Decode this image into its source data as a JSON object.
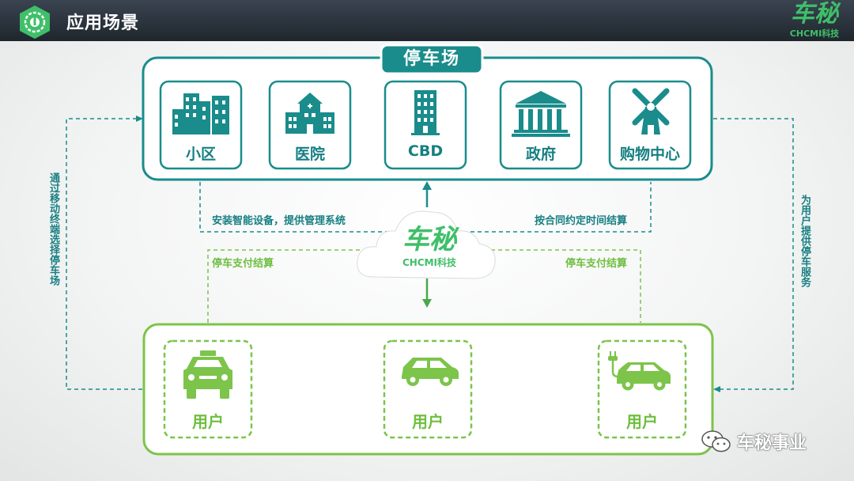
{
  "header": {
    "title": "应用场景",
    "brand": {
      "main": "车秘",
      "sub": "CHCMI科技"
    }
  },
  "parking": {
    "title": "停车场",
    "places": [
      {
        "label": "小区",
        "icon": "apartment-buildings-icon"
      },
      {
        "label": "医院",
        "icon": "hospital-icon"
      },
      {
        "label": "CBD",
        "icon": "office-tower-icon"
      },
      {
        "label": "政府",
        "icon": "government-building-icon"
      },
      {
        "label": "购物中心",
        "icon": "windmill-icon"
      }
    ]
  },
  "notes": {
    "install": "安装智能设备，提供管理系统",
    "settle": "按合同约定时间结算",
    "pay_left": "停车支付结算",
    "pay_right": "停车支付结算",
    "left_side": "通过移动终端选择停车场",
    "right_side": "为用户提供停车服务"
  },
  "center": {
    "main": "车秘",
    "sub": "CHCMI科技"
  },
  "users": [
    {
      "label": "用户",
      "icon": "taxi-icon"
    },
    {
      "label": "用户",
      "icon": "car-icon"
    },
    {
      "label": "用户",
      "icon": "electric-car-icon"
    }
  ],
  "watermark": {
    "text": "车秘事业",
    "icon": "wechat-icon"
  },
  "colors": {
    "teal": "#1a8c8c",
    "green": "#7cc44a",
    "brand": "#3fbf69",
    "header": "#2a323a"
  }
}
